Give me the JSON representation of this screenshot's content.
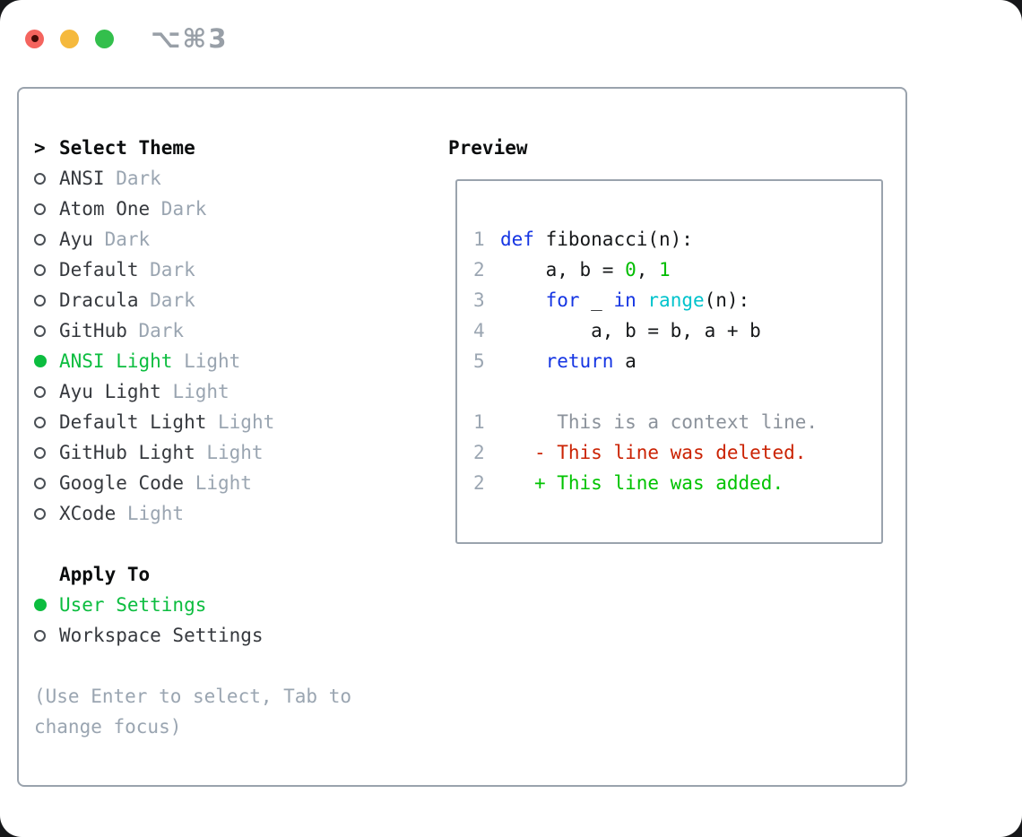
{
  "titlebar": {
    "shortcut": "⌥⌘3",
    "colors": {
      "close": "#f4645e",
      "close_dot": "#430b06",
      "minimize": "#f5b93d",
      "zoom": "#33bf4c"
    }
  },
  "select": {
    "prompt": ">",
    "title": "Select Theme",
    "themes": [
      {
        "name": "ANSI",
        "tag": "Dark",
        "selected": false
      },
      {
        "name": "Atom One",
        "tag": "Dark",
        "selected": false
      },
      {
        "name": "Ayu",
        "tag": "Dark",
        "selected": false
      },
      {
        "name": "Default",
        "tag": "Dark",
        "selected": false
      },
      {
        "name": "Dracula",
        "tag": "Dark",
        "selected": false
      },
      {
        "name": "GitHub",
        "tag": "Dark",
        "selected": false
      },
      {
        "name": "ANSI Light",
        "tag": "Light",
        "selected": true
      },
      {
        "name": "Ayu Light",
        "tag": "Light",
        "selected": false
      },
      {
        "name": "Default Light",
        "tag": "Light",
        "selected": false
      },
      {
        "name": "GitHub Light",
        "tag": "Light",
        "selected": false
      },
      {
        "name": "Google Code",
        "tag": "Light",
        "selected": false
      },
      {
        "name": "XCode",
        "tag": "Light",
        "selected": false
      }
    ]
  },
  "apply_to": {
    "title": "Apply To",
    "options": [
      {
        "label": "User Settings",
        "selected": true
      },
      {
        "label": "Workspace Settings",
        "selected": false
      }
    ]
  },
  "hint_lines": [
    "(Use Enter to select, Tab to",
    "change focus)"
  ],
  "preview": {
    "title": "Preview",
    "lines": [
      {
        "num": "1",
        "tokens": [
          [
            "def",
            "kw"
          ],
          [
            " fibonacci(n):",
            "plain"
          ]
        ]
      },
      {
        "num": "2",
        "tokens": [
          [
            "    a, b = ",
            "plain"
          ],
          [
            "0",
            "num"
          ],
          [
            ", ",
            "plain"
          ],
          [
            "1",
            "num"
          ]
        ]
      },
      {
        "num": "3",
        "tokens": [
          [
            "    ",
            "plain"
          ],
          [
            "for",
            "kw"
          ],
          [
            " _ ",
            "plain"
          ],
          [
            "in",
            "kw"
          ],
          [
            " ",
            "plain"
          ],
          [
            "range",
            "fn"
          ],
          [
            "(n):",
            "plain"
          ]
        ]
      },
      {
        "num": "4",
        "tokens": [
          [
            "        a, b = b, a + b",
            "plain"
          ]
        ]
      },
      {
        "num": "5",
        "tokens": [
          [
            "    ",
            "plain"
          ],
          [
            "return",
            "kw"
          ],
          [
            " a",
            "plain"
          ]
        ]
      },
      {
        "num": "",
        "tokens": []
      },
      {
        "num": "1",
        "tokens": [
          [
            "     This is a context line.",
            "ctx"
          ]
        ]
      },
      {
        "num": "2",
        "tokens": [
          [
            "   ",
            "plain"
          ],
          [
            "- This line was deleted.",
            "del"
          ]
        ]
      },
      {
        "num": "2",
        "tokens": [
          [
            "   ",
            "plain"
          ],
          [
            "+ This line was added.",
            "add"
          ]
        ]
      }
    ],
    "syntax_colors": {
      "keyword": "#1535e3",
      "number": "#00bd00",
      "function": "#00c3cc",
      "default": "#16181a",
      "line_number": "#9ba6b2",
      "diff_context": "#8b929b",
      "diff_deleted": "#cb2304",
      "diff_added": "#00c300"
    }
  },
  "ui_colors": {
    "selection_green": "#0cbd3f",
    "muted_gray": "#9aa5b1",
    "text_dark": "#36393e",
    "border_gray": "#9aa3ad"
  }
}
